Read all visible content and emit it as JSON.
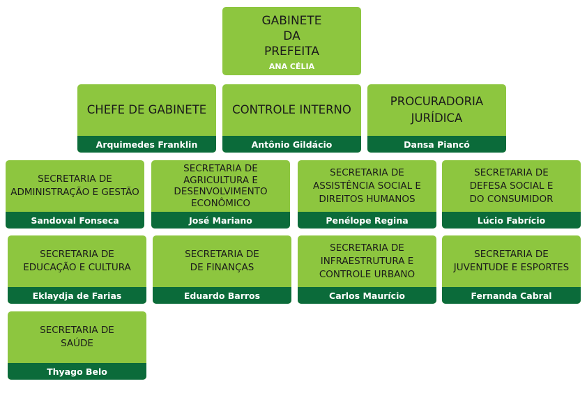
{
  "nodes": {
    "prefeita": {
      "title": "GABINETE\nDA\nPREFEITA",
      "name": "ANA CÉLIA"
    },
    "chefe": {
      "title": "CHEFE DE GABINETE",
      "name": "Arquimedes Franklin"
    },
    "controle": {
      "title": "CONTROLE INTERNO",
      "name": "Antônio Gildácio"
    },
    "procuradoria": {
      "title": "PROCURADORIA\nJURÍDICA",
      "name": "Dansa Piancó"
    },
    "administracao": {
      "title": "SECRETARIA DE\nADMINISTRAÇÃO E GESTÃO",
      "name": "Sandoval Fonseca"
    },
    "agricultura": {
      "title": "SECRETARIA DE\nAGRICULTURA E\nDESENVOLVIMENTO\nECONÔMICO",
      "name": "José Mariano"
    },
    "assistencia": {
      "title": "SECRETARIA DE\nASSISTÊNCIA SOCIAL E\nDIREITOS HUMANOS",
      "name": "Penélope Regina"
    },
    "defesa": {
      "title": "SECRETARIA DE\nDEFESA SOCIAL E\nDO CONSUMIDOR",
      "name": "Lúcio Fabrício"
    },
    "educacao": {
      "title": "SECRETARIA DE\nEDUCAÇÃO E CULTURA",
      "name": "Eklaydja de Farias"
    },
    "financas": {
      "title": "SECRETARIA DE\nDE FINANÇAS",
      "name": "Eduardo Barros"
    },
    "infraestrutura": {
      "title": "SECRETARIA DE\nINFRAESTRUTURA E\nCONTROLE URBANO",
      "name": "Carlos Maurício"
    },
    "juventude": {
      "title": "SECRETARIA DE\nJUVENTUDE E ESPORTES",
      "name": "Fernanda Cabral"
    },
    "saude": {
      "title": "SECRETARIA DE\nSAÚDE",
      "name": "Thyago Belo"
    }
  },
  "colors": {
    "box_fill": "#8dc63f",
    "name_band": "#0b6b3a",
    "name_text": "#ffffff",
    "title_text": "#1a1a1a"
  }
}
